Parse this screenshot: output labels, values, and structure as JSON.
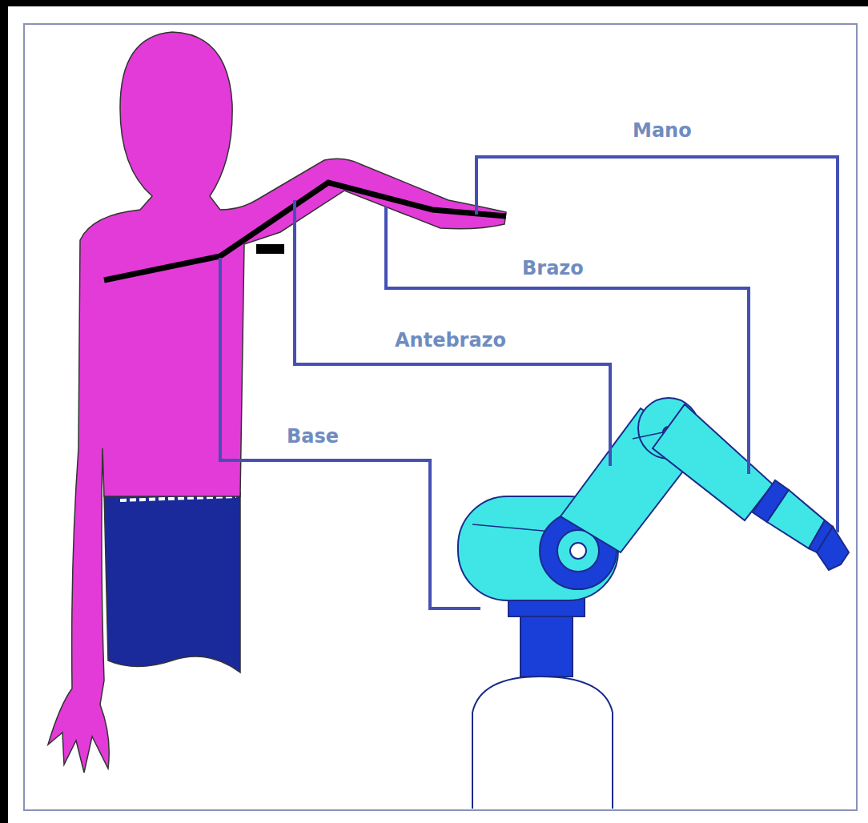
{
  "diagram": {
    "labels": [
      "Mano",
      "Brazo",
      "Antebrazo",
      "Base"
    ]
  }
}
